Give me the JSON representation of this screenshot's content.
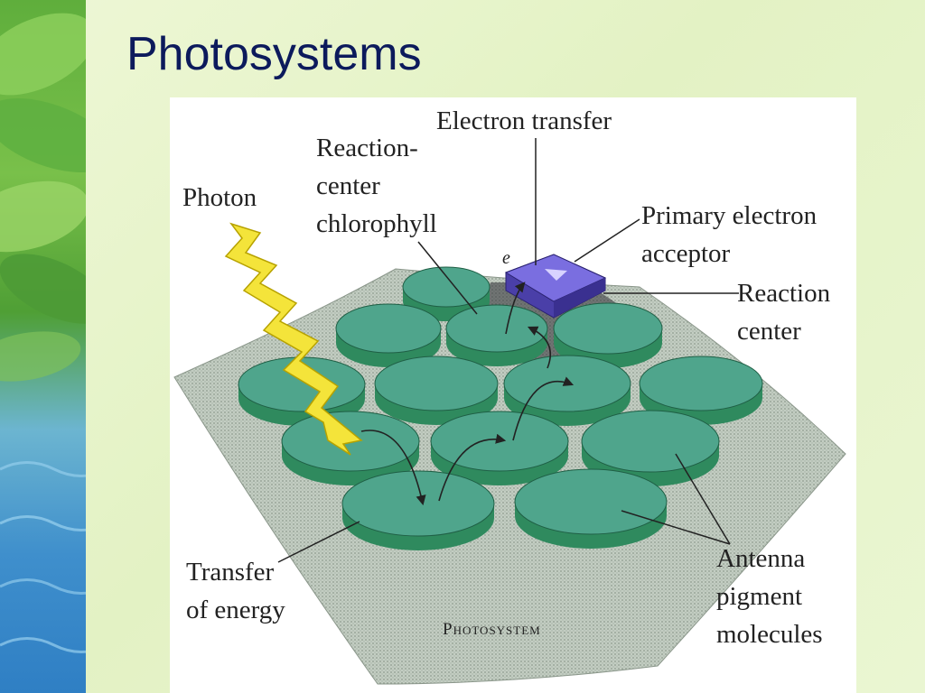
{
  "slide": {
    "title": "Photosystems"
  },
  "diagram": {
    "labels": {
      "electron_transfer": "Electron transfer",
      "reaction_center_chlorophyll": [
        "Reaction-",
        "center",
        "chlorophyll"
      ],
      "photon": "Photon",
      "primary_electron_acceptor": [
        "Primary electron",
        "acceptor"
      ],
      "reaction_center": [
        "Reaction",
        "center"
      ],
      "transfer_of_energy": [
        "Transfer",
        "of energy"
      ],
      "antenna_pigment_molecules": [
        "Antenna",
        "pigment",
        "molecules"
      ],
      "photosystem": "Photosystem",
      "electron_symbol": "e"
    },
    "colors": {
      "disk_top": "#4fa58c",
      "disk_side": "#2f8a5e",
      "membrane": "#b6c2b6",
      "photon": "#f4e43a",
      "acceptor": "#6a5bd0"
    }
  }
}
